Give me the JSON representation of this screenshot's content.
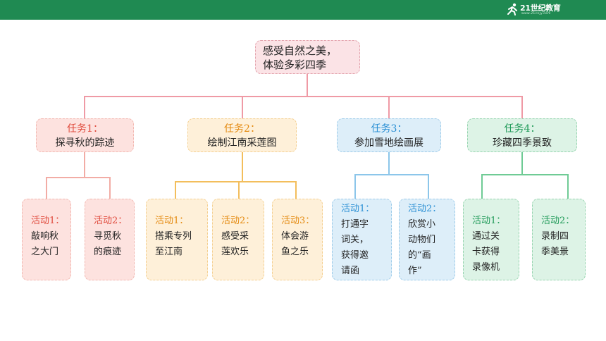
{
  "header": {
    "brand_name": "21世纪教育",
    "brand_url": "www.21cnjy.com",
    "bar_color": "#1f8a52"
  },
  "root": {
    "line1": "感受自然之美，",
    "line2": "体验多彩四季"
  },
  "tasks": [
    {
      "label": "任务1：",
      "title": "探寻秋的踪迹",
      "activities": [
        {
          "label": "活动1：",
          "lines": [
            "敲响秋",
            "之大门"
          ]
        },
        {
          "label": "活动2：",
          "lines": [
            "寻觅秋",
            "的痕迹"
          ]
        }
      ]
    },
    {
      "label": "任务2：",
      "title": "绘制江南采莲图",
      "activities": [
        {
          "label": "活动1：",
          "lines": [
            "搭乘专列",
            "至江南"
          ]
        },
        {
          "label": "活动2：",
          "lines": [
            "感受采",
            "莲欢乐"
          ]
        },
        {
          "label": "活动3：",
          "lines": [
            "体会游",
            "鱼之乐"
          ]
        }
      ]
    },
    {
      "label": "任务3：",
      "title": "参加雪地绘画展",
      "activities": [
        {
          "label": "活动1：",
          "lines": [
            "打通字",
            "词关，",
            "获得邀",
            "请函"
          ]
        },
        {
          "label": "活动2：",
          "lines": [
            "欣赏小",
            "动物们",
            "的“画",
            "作”"
          ]
        }
      ]
    },
    {
      "label": "任务4：",
      "title": "珍藏四季景致",
      "activities": [
        {
          "label": "活动1：",
          "lines": [
            "通过关",
            "卡获得",
            "录像机"
          ]
        },
        {
          "label": "活动2：",
          "lines": [
            "录制四",
            "季美景"
          ]
        }
      ]
    }
  ]
}
